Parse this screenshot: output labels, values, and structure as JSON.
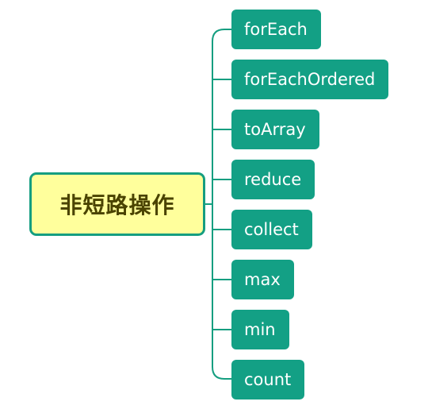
{
  "diagram": {
    "root": {
      "label": "非短路操作"
    },
    "children": [
      {
        "label": "forEach"
      },
      {
        "label": "forEachOrdered"
      },
      {
        "label": "toArray"
      },
      {
        "label": "reduce"
      },
      {
        "label": "collect"
      },
      {
        "label": "max"
      },
      {
        "label": "min"
      },
      {
        "label": "count"
      }
    ]
  },
  "colors": {
    "root_fill": "#ffff9c",
    "root_border": "#159e80",
    "root_text": "#4a4300",
    "child_fill": "#13a085",
    "child_text": "#ffffff",
    "connector": "#159e80"
  }
}
